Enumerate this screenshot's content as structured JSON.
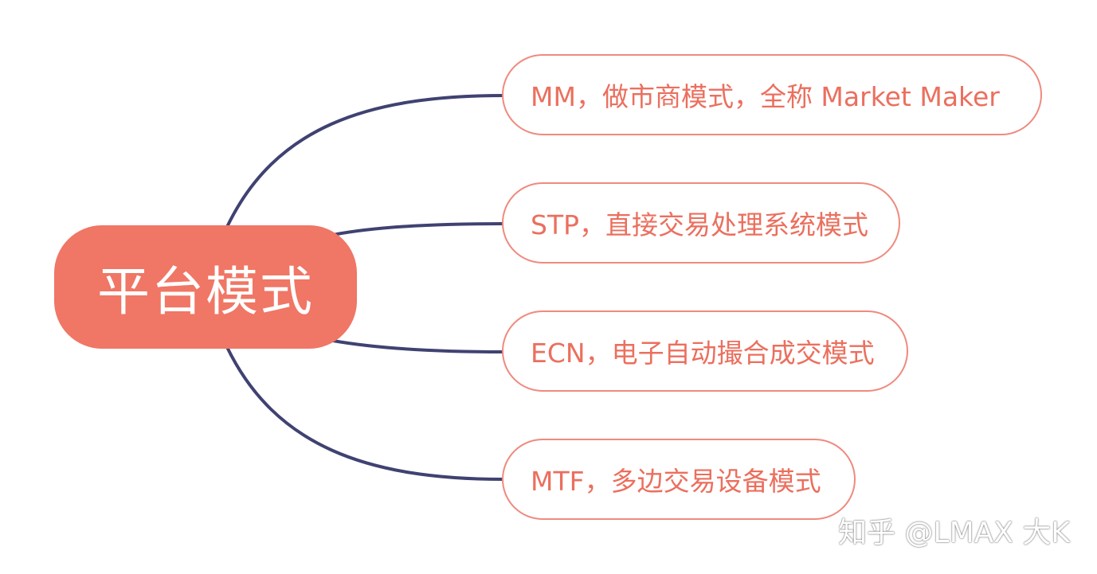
{
  "mindmap": {
    "root": {
      "label": "平台模式"
    },
    "branches": [
      {
        "label": "MM，做市商模式，全称 Market Maker"
      },
      {
        "label": "STP，直接交易处理系统模式"
      },
      {
        "label": "ECN，电子自动撮合成交模式"
      },
      {
        "label": "MTF，多边交易设备模式"
      }
    ]
  },
  "watermark": {
    "text": "知乎 @LMAX 大K"
  },
  "colors": {
    "root_fill": "#f07665",
    "branch_border": "#ef8a7e",
    "branch_text": "#eb6f5e",
    "connector": "#3f4271"
  }
}
